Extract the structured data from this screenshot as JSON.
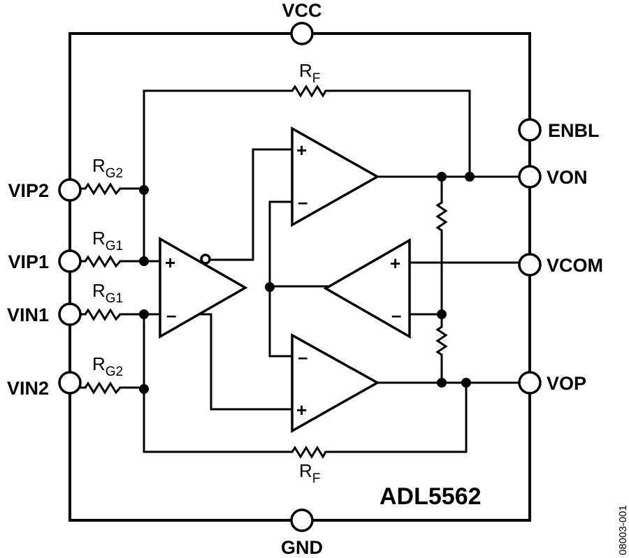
{
  "part_number": "ADL5562",
  "figure_id": "08003-001",
  "pins": {
    "vcc": "VCC",
    "gnd": "GND",
    "enbl": "ENBL",
    "von": "VON",
    "vcom": "VCOM",
    "vop": "VOP",
    "vip2": "VIP2",
    "vip1": "VIP1",
    "vin1": "VIN1",
    "vin2": "VIN2"
  },
  "resistors": {
    "rf_top": {
      "main": "R",
      "sub": "F"
    },
    "rf_bottom": {
      "main": "R",
      "sub": "F"
    },
    "rg2_top": {
      "main": "R",
      "sub": "G2"
    },
    "rg1_top": {
      "main": "R",
      "sub": "G1"
    },
    "rg1_bottom": {
      "main": "R",
      "sub": "G1"
    },
    "rg2_bottom": {
      "main": "R",
      "sub": "G2"
    }
  },
  "amplifiers": {
    "input_amp": {
      "plus": "+",
      "minus": "–"
    },
    "top_output_amp": {
      "plus": "+",
      "minus": "–"
    },
    "bottom_output_amp": {
      "plus": "+",
      "minus": "–"
    },
    "common_mode_amp": {
      "plus": "+",
      "minus": "–"
    }
  }
}
